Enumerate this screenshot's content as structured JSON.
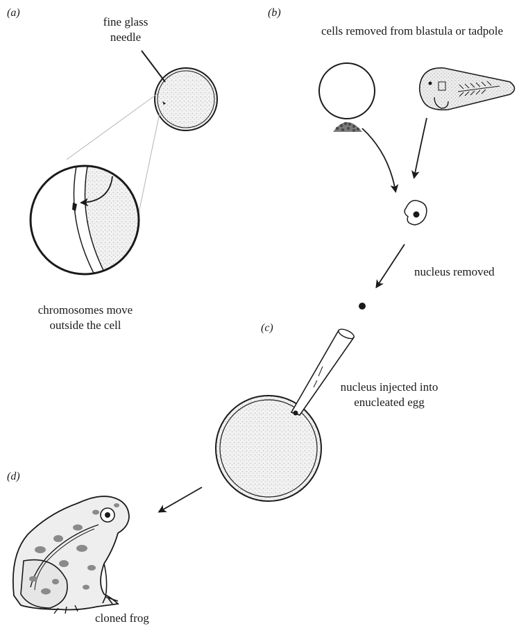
{
  "panels": {
    "a": "(a)",
    "b": "(b)",
    "c": "(c)",
    "d": "(d)"
  },
  "labels": {
    "needle_line1": "fine glass",
    "needle_line2": "needle",
    "chromosomes_line1": "chromosomes move",
    "chromosomes_line2": "outside the cell",
    "cells_removed": "cells removed from blastula or tadpole",
    "nucleus_removed": "nucleus removed",
    "injected_line1": "nucleus injected into",
    "injected_line2": "enucleated egg",
    "cloned_frog": "cloned frog"
  },
  "colors": {
    "ink": "#1a1a1a",
    "stipple": "#d9d9d9",
    "frog_fill": "#eeeeee",
    "frog_spots": "#8a8a8a"
  }
}
